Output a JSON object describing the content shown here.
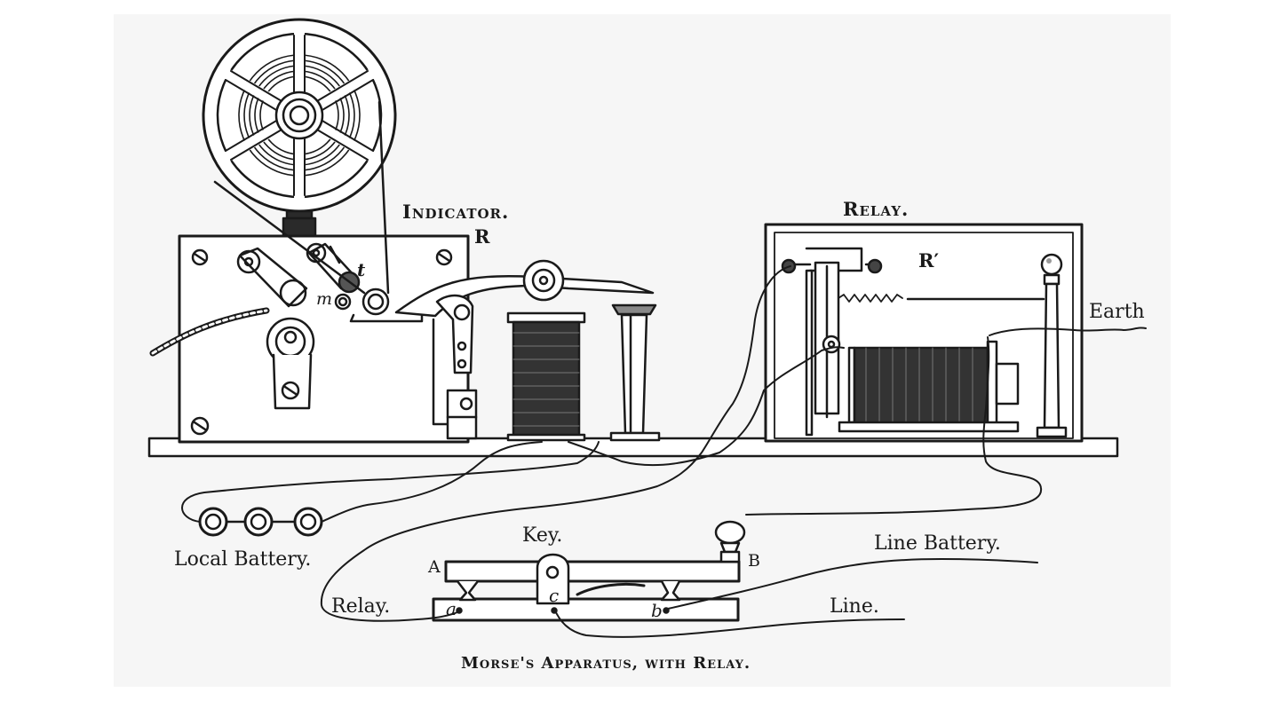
{
  "labels": {
    "indicator": "Indicator.",
    "r": "R",
    "t": "t",
    "m": "m",
    "relay_title": "Relay.",
    "r_prime": "R′",
    "earth": "Earth",
    "local_battery": "Local Battery.",
    "key": "Key.",
    "a_upper": "A",
    "b_upper": "B",
    "line_battery": "Line Battery.",
    "relay_wire": "Relay.",
    "a_lower": "a",
    "c_lower": "c",
    "b_lower": "b",
    "line": "Line.",
    "caption": "Morse's Apparatus, with Relay."
  }
}
